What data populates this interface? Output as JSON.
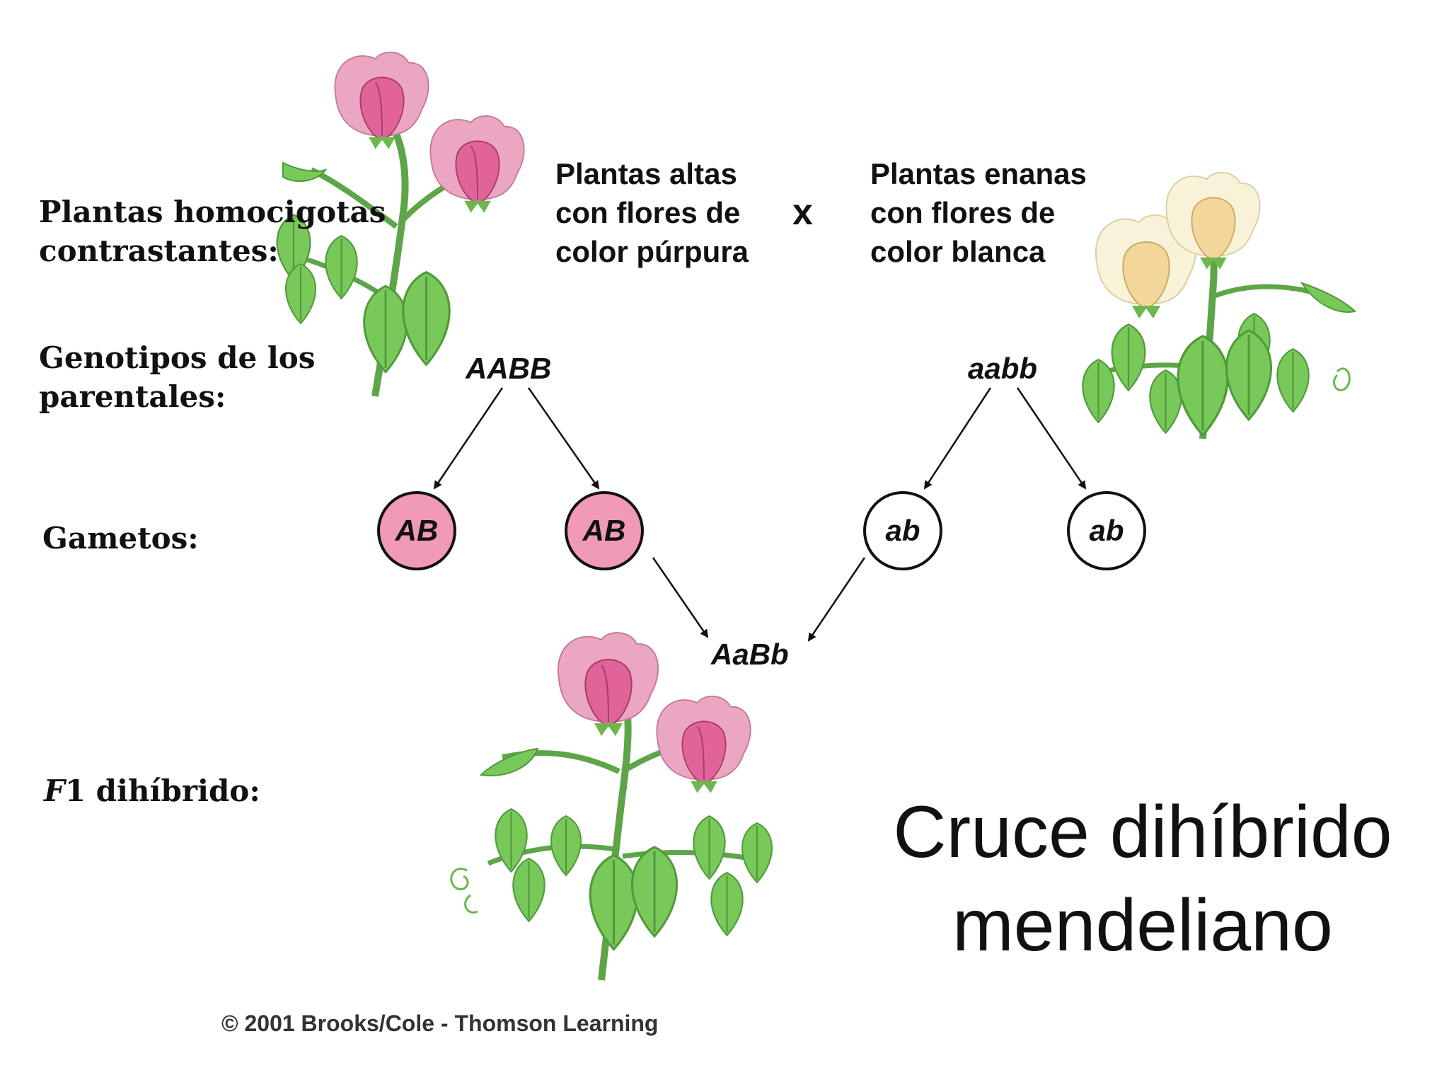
{
  "row_labels": {
    "parents": [
      "Plantas homocigotas",
      "contrastantes:"
    ],
    "genotypes": [
      "Genotipos de los",
      "parentales:"
    ],
    "gametes": "Gametos:",
    "f1_italic": "F",
    "f1_rest": "1 dihíbrido:"
  },
  "parent_left": {
    "description": [
      "Plantas altas",
      "con flores de",
      "color púrpura"
    ],
    "genotype": "AABB",
    "gametes": [
      "AB",
      "AB"
    ]
  },
  "cross_symbol": "x",
  "parent_right": {
    "description": [
      "Plantas enanas",
      "con flores de",
      "color blanca"
    ],
    "genotype": "aabb",
    "gametes": [
      "ab",
      "ab"
    ]
  },
  "offspring_genotype": "AaBb",
  "title": [
    "Cruce dihíbrido",
    "mendeliano"
  ],
  "copyright": "© 2001 Brooks/Cole - Thomson Learning",
  "colors": {
    "pink_gamete": "#f099b9",
    "purple_flower": "#e48fb2",
    "white_flower": "#f6ecc8",
    "leaf": "#79c85a"
  },
  "icons": [
    "pea-plant-purple-illustration",
    "pea-plant-white-illustration",
    "pea-plant-f1-illustration"
  ]
}
